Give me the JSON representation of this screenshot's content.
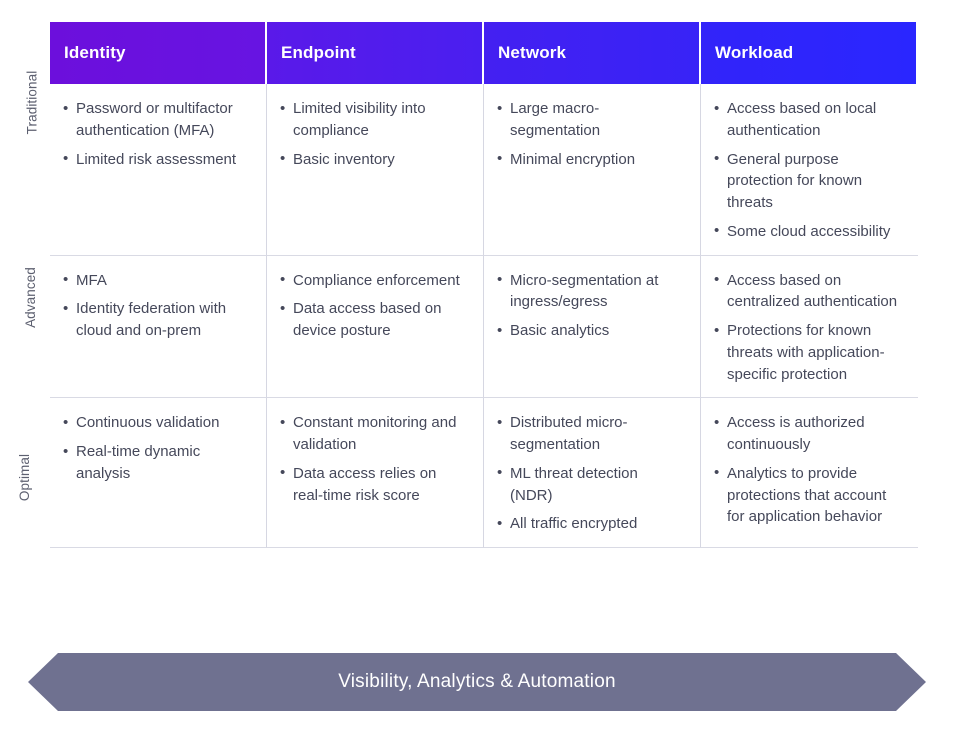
{
  "figure": {
    "title_row_rail_labels": [
      "Traditional",
      "Advanced",
      "Optimal"
    ],
    "columns": [
      {
        "label": "Identity",
        "color": "#6c0fdc"
      },
      {
        "label": "Endpoint",
        "color": "#5a19e9"
      },
      {
        "label": "Network",
        "color": "#4420f1"
      },
      {
        "label": "Workload",
        "color": "#2a26ff"
      }
    ],
    "rows": [
      {
        "label": "Traditional",
        "background": "#ffffff",
        "cells": [
          [
            "Password or multifactor authentication (MFA)",
            "Limited risk assessment"
          ],
          [
            "Limited visibility into compliance",
            "Basic inventory"
          ],
          [
            "Large macro-segmentation",
            "Minimal encryption"
          ],
          [
            "Access based on local authentication",
            "General purpose protection for known threats",
            "Some cloud accessibility"
          ]
        ]
      },
      {
        "label": "Advanced",
        "background": "#f7f8fc",
        "cells": [
          [
            "MFA",
            "Identity federation with cloud and on-prem"
          ],
          [
            "Compliance enforcement",
            "Data access based on device posture"
          ],
          [
            "Micro-segmentation at ingress/egress",
            "Basic analytics"
          ],
          [
            "Access based on centralized authentication",
            "Protections for known threats with application-specific protection"
          ]
        ]
      },
      {
        "label": "Optimal",
        "background": "#eeeff7",
        "cells": [
          [
            "Continuous validation",
            "Real-time dynamic analysis"
          ],
          [
            "Constant monitoring and validation",
            "Data access relies on real-time risk score"
          ],
          [
            "Distributed micro-segmentation",
            "ML threat detection (NDR)",
            "All traffic encrypted"
          ],
          [
            "Access is authorized continuously",
            "Analytics to provide protections that account for application behavior"
          ]
        ]
      }
    ],
    "banner": {
      "text": "Visibility, Analytics & Automation",
      "color": "#6f7190"
    }
  }
}
